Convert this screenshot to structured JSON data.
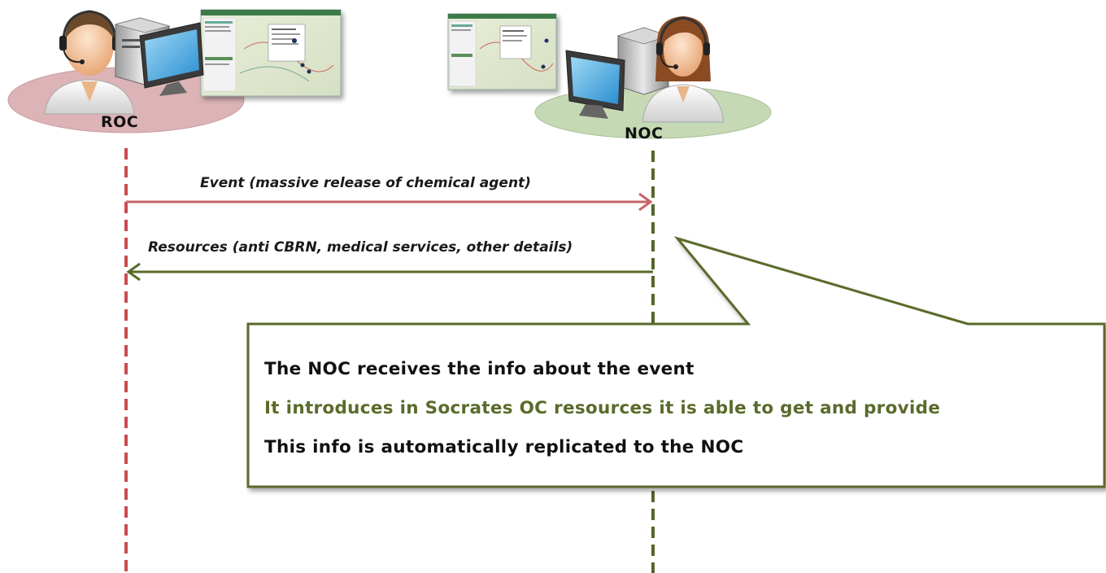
{
  "actors": {
    "left": {
      "label": "ROC",
      "color": "#c3474b",
      "ellipse_color": "#ddb5b8"
    },
    "right": {
      "label": "NOC",
      "color": "#5a6b2a",
      "ellipse_color": "#c5d8b4"
    }
  },
  "messages": [
    {
      "label": "Event (massive release of chemical agent)",
      "from": "ROC",
      "to": "NOC",
      "color": "#c86468"
    },
    {
      "label": "Resources (anti CBRN, medical services, other details)",
      "from": "NOC",
      "to": "ROC",
      "color": "#5a6b2a"
    }
  ],
  "note": {
    "lines": [
      {
        "text": "The NOC receives the info about the event",
        "color": "#111111"
      },
      {
        "text": "It introduces in Socrates OC resources it is able to get and provide",
        "color": "#5a6b2a"
      },
      {
        "text": "This info is automatically replicated to the NOC",
        "color": "#111111"
      }
    ],
    "border_color": "#5a6b2a"
  }
}
